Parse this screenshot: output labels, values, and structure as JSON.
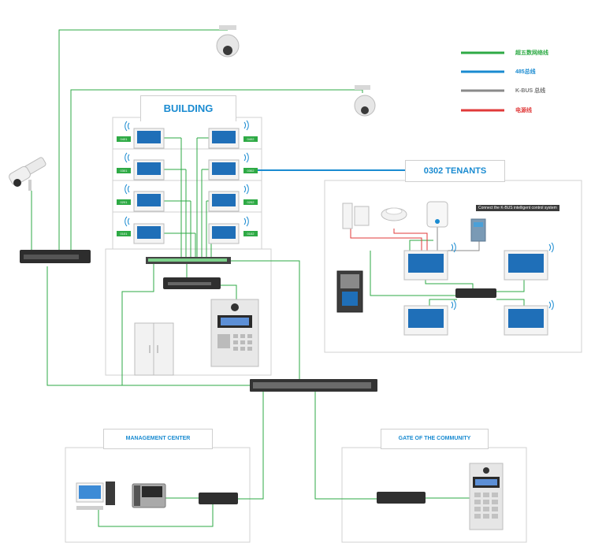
{
  "legend": [
    {
      "label": "超五数网络线",
      "color": "#2eaa45"
    },
    {
      "label": "485总线",
      "color": "#1a8bd1"
    },
    {
      "label": "K-BUS 总线",
      "color": "#8a8a8a"
    },
    {
      "label": "电源线",
      "color": "#e03a3a"
    }
  ],
  "building": {
    "title": "BUILDING",
    "floors_left": [
      "0401",
      "0301",
      "0201",
      "0101"
    ],
    "floors_right": [
      "0402",
      "0302",
      "0202",
      "0102"
    ]
  },
  "tenants": {
    "title": "0302 TENANTS",
    "note": "Connect the K-BUS intelligent control system"
  },
  "management": {
    "title": "MANAGEMENT CENTER"
  },
  "gate": {
    "title": "GATE OF THE COMMUNITY"
  },
  "colors": {
    "network": "#2eaa45",
    "rs485": "#1a8bd1",
    "kbus": "#8a8a8a",
    "power": "#e03a3a",
    "accent": "#1a8bd1"
  }
}
